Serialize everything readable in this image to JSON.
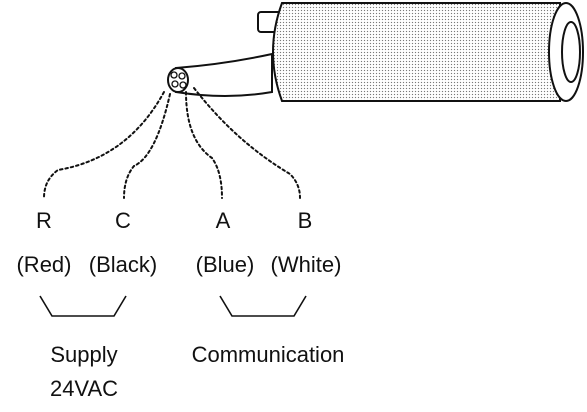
{
  "wires": [
    {
      "terminal": "R",
      "color": "(Red)"
    },
    {
      "terminal": "C",
      "color": "(Black)"
    },
    {
      "terminal": "A",
      "color": "(Blue)"
    },
    {
      "terminal": "B",
      "color": "(White)"
    }
  ],
  "groups": {
    "supply": {
      "line1": "Supply",
      "line2": "24VAC"
    },
    "communication": {
      "line1": "Communication"
    }
  }
}
